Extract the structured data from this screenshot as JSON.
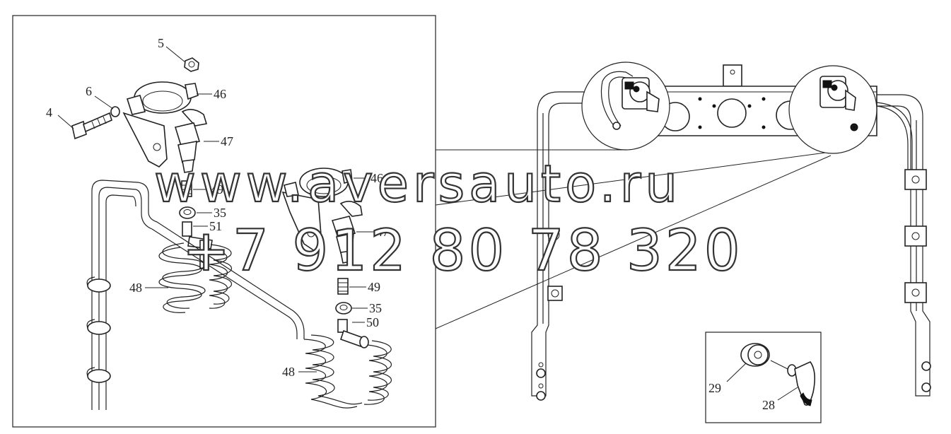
{
  "callouts": {
    "c4": "4",
    "c5": "5",
    "c6": "6",
    "c46a": "46",
    "c47a": "47",
    "c49a": "49",
    "c35a": "35",
    "c51": "51",
    "c48a": "48",
    "c46b": "46",
    "c47b": "47",
    "c49b": "49",
    "c35b": "35",
    "c50": "50",
    "c48b": "48",
    "c29": "29",
    "c28": "28"
  },
  "watermark": {
    "site": "www.aversauto.ru",
    "phone": "+7 912 80 78 320"
  }
}
